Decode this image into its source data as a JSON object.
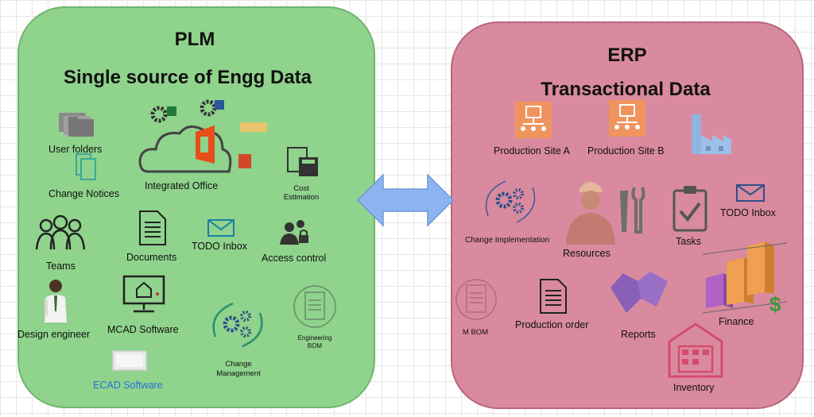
{
  "plm": {
    "title": "PLM",
    "subtitle": "Single source of Engg Data",
    "items": {
      "user_folders": "User folders",
      "change_notices": "Change Notices",
      "integrated_office": "Integrated Office",
      "cost_estimation_1": "Cost",
      "cost_estimation_2": "Estimation",
      "teams": "Teams",
      "documents": "Documents",
      "todo_inbox": "TODO Inbox",
      "access_control": "Access control",
      "design_engineer": "Design engineer",
      "mcad_software": "MCAD Software",
      "change_management_1": "Change",
      "change_management_2": "Management",
      "engineering_bom_1": "Engineering",
      "engineering_bom_2": "BOM",
      "ecad_software": "ECAD Software"
    }
  },
  "erp": {
    "title": "ERP",
    "subtitle": "Transactional Data",
    "items": {
      "production_site_a": "Production Site A",
      "production_site_b": "Production Site B",
      "change_implementation": "Change Implementation",
      "resources": "Resources",
      "tasks": "Tasks",
      "todo_inbox": "TODO Inbox",
      "m_bom": "M BOM",
      "production_order": "Production order",
      "reports": "Reports",
      "finance": "Finance",
      "inventory": "Inventory"
    }
  },
  "colors": {
    "plm_bg": "#8fd38c",
    "erp_bg": "#d98a9e",
    "arrow": "#8eb4ef",
    "ecad_text": "#2a6fd6"
  }
}
